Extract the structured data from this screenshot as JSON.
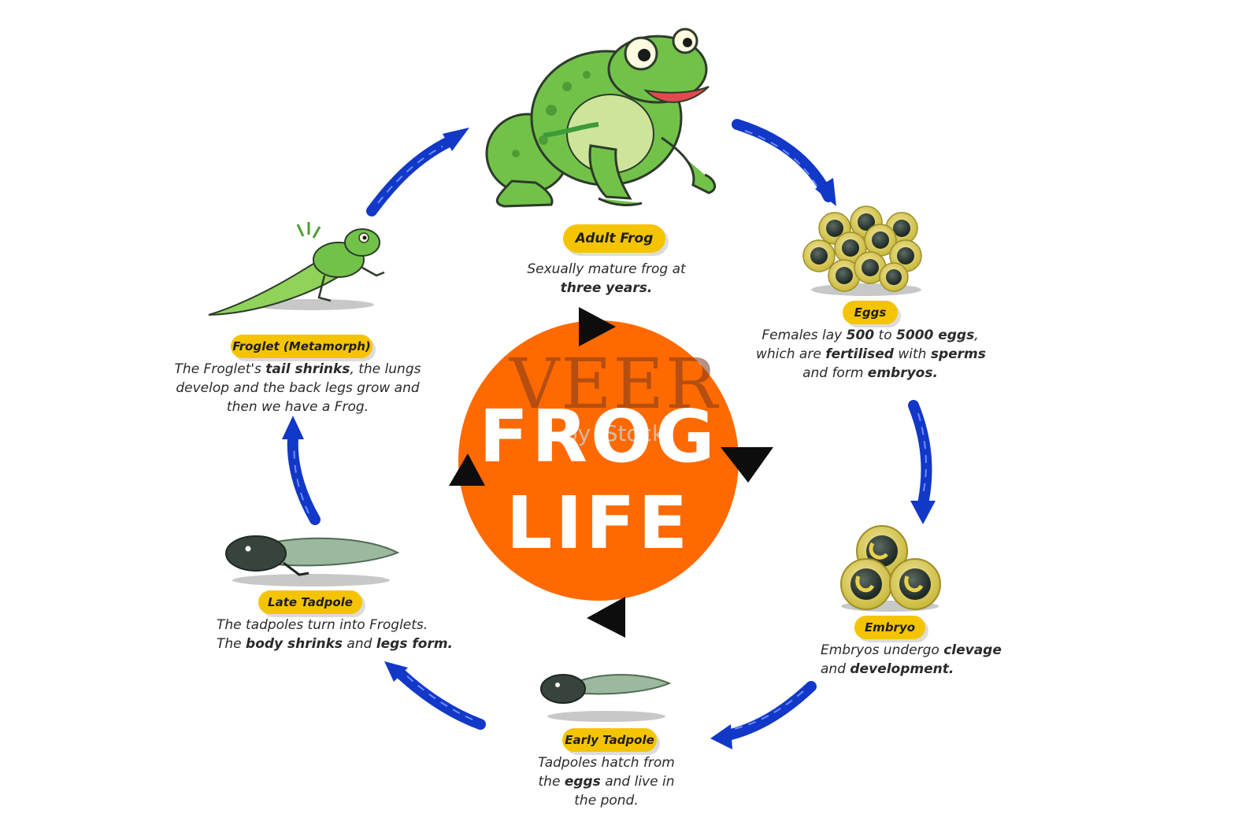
{
  "center": {
    "title": "FROG",
    "subtitle": "LIFE"
  },
  "watermark": {
    "main": "VEER",
    "sub": "by iStock"
  },
  "colors": {
    "center_circle": "#ff6a00",
    "arrow_blue": "#1238c8",
    "pill_yellow": "#f5c400",
    "frog_green": "#72c24a"
  },
  "stages": {
    "adult_frog": {
      "label": "Adult Frog",
      "desc_plain_1": "Sexually mature frog at",
      "desc_bold_1": "three years."
    },
    "eggs": {
      "label": "Eggs",
      "l1_a": "Females lay ",
      "l1_b": "500",
      "l1_c": " to ",
      "l1_d": "5000 eggs",
      "l1_e": ",",
      "l2_a": "which are ",
      "l2_b": "fertilised",
      "l2_c": " with ",
      "l2_d": "sperms",
      "l3_a": "and form ",
      "l3_b": "embryos."
    },
    "embryo": {
      "label": "Embryo",
      "l1_a": "Embryos undergo ",
      "l1_b": "clevage",
      "l2_a": "and ",
      "l2_b": "development."
    },
    "early_tadpole": {
      "label": "Early Tadpole",
      "l1": "Tadpoles hatch from",
      "l2_a": "the ",
      "l2_b": "eggs",
      "l2_c": " and live in",
      "l3": "the pond."
    },
    "late_tadpole": {
      "label": "Late Tadpole",
      "l1": "The tadpoles turn into Froglets.",
      "l2_a": "The ",
      "l2_b": "body shrinks",
      "l2_c": " and ",
      "l2_d": "legs form."
    },
    "froglet": {
      "label": "Froglet (Metamorph)",
      "l1_a": "The Froglet's ",
      "l1_b": "tail shrinks",
      "l1_c": ", the lungs",
      "l2": "develop and the back legs grow and",
      "l3": "then we have a Frog."
    }
  }
}
